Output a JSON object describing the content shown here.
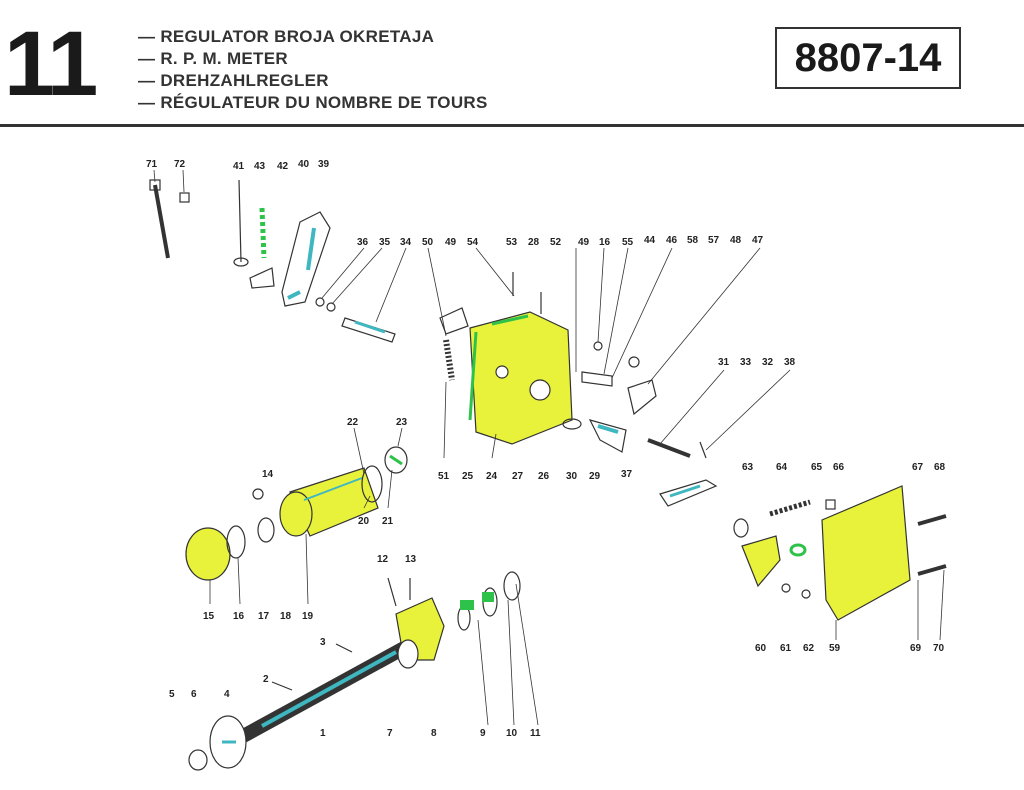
{
  "header": {
    "section_number": "11",
    "titles": [
      "— REGULATOR BROJA OKRETAJA",
      "— R. P. M. METER",
      "— DREHZAHLREGLER",
      "— RÉGULATEUR DU NOMBRE DE TOURS"
    ],
    "drawing_code": "8807-14"
  },
  "colors": {
    "highlight_yellow": "#e8f23a",
    "highlight_cyan": "#3fb7c0",
    "highlight_green": "#2fc24a",
    "line": "#333333"
  },
  "part_labels": {
    "p71": "71",
    "p72": "72",
    "p41": "41",
    "p43": "43",
    "p42": "42",
    "p40": "40",
    "p39": "39",
    "p36": "36",
    "p35": "35",
    "p34": "34",
    "p50": "50",
    "p49a": "49",
    "p54": "54",
    "p53": "53",
    "p28": "28",
    "p52": "52",
    "p49b": "49",
    "p16a": "16",
    "p55": "55",
    "p44": "44",
    "p46": "46",
    "p58": "58",
    "p57": "57",
    "p48": "48",
    "p47": "47",
    "p31": "31",
    "p33": "33",
    "p32": "32",
    "p38": "38",
    "p51": "51",
    "p25": "25",
    "p24": "24",
    "p27": "27",
    "p26": "26",
    "p30": "30",
    "p29": "29",
    "p37": "37",
    "p22": "22",
    "p23": "23",
    "p14": "14",
    "p20": "20",
    "p21": "21",
    "p15": "15",
    "p16b": "16",
    "p17": "17",
    "p18": "18",
    "p19": "19",
    "p63": "63",
    "p64": "64",
    "p65": "65",
    "p66": "66",
    "p67": "67",
    "p68": "68",
    "p60": "60",
    "p61": "61",
    "p62": "62",
    "p59": "59",
    "p69": "69",
    "p70": "70",
    "p12": "12",
    "p13": "13",
    "p3": "3",
    "p2": "2",
    "p5": "5",
    "p6": "6",
    "p4": "4",
    "p1": "1",
    "p7": "7",
    "p8": "8",
    "p9": "9",
    "p10": "10",
    "p11": "11"
  }
}
